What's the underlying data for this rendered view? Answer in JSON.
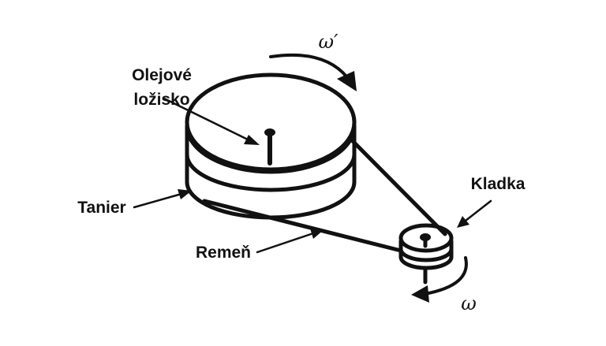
{
  "labels": {
    "bearing_line1": "Olejové",
    "bearing_line2": "ložisko",
    "platter": "Tanier",
    "belt": "Remeň",
    "pulley": "Kladka",
    "omega_platter": "ω′",
    "omega_pulley": "ω"
  },
  "colors": {
    "ink": "#111111",
    "background": "#ffffff"
  }
}
